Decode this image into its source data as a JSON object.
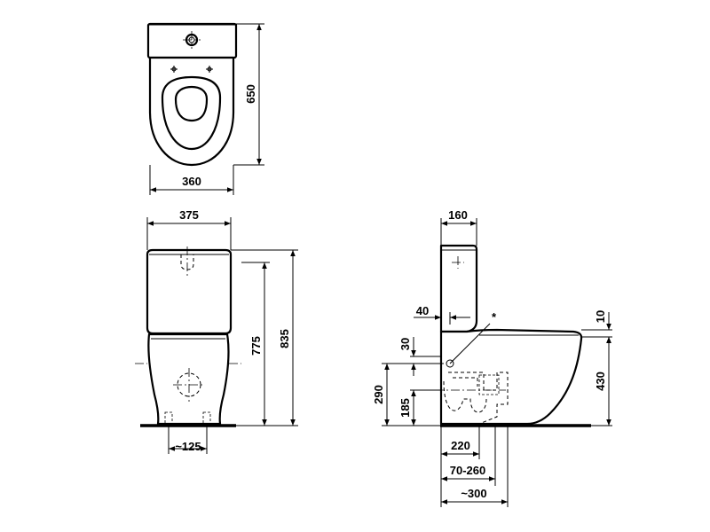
{
  "top_view": {
    "width_label": "360",
    "depth_label": "650"
  },
  "front_view": {
    "width_label": "375",
    "height_775_label": "775",
    "height_835_label": "835",
    "bolt_spacing_label": "~125"
  },
  "side_view": {
    "tank_depth_label": "160",
    "offset_40_label": "40",
    "offset_30_label": "30",
    "inlet_290_label": "290",
    "outlet_185_label": "185",
    "outlet_220_label": "220",
    "range_label": "70-260",
    "approx_300_label": "~300",
    "seat_10_label": "10",
    "height_430_label": "430",
    "asterisk_label": "*"
  }
}
